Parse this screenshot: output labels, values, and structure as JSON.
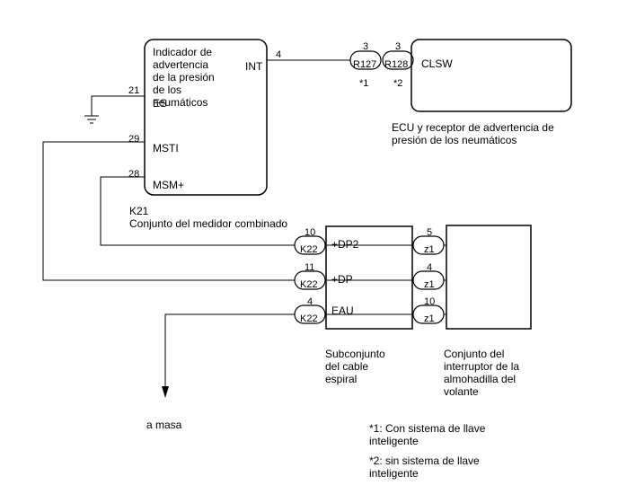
{
  "meter": {
    "indicator_lines": [
      "Indicador de",
      "advertencia",
      "de la presión",
      "de los",
      "neumáticos"
    ],
    "pins": {
      "int": "INT",
      "es": "ES",
      "msti": "MSTI",
      "msm": "MSM+"
    },
    "wire_numbers": {
      "int": "4",
      "es": "21",
      "msti": "29",
      "msm": "28"
    },
    "code": "K21",
    "name": "Conjunto del medidor combinado"
  },
  "ecu": {
    "pin": "CLSW",
    "caption_lines": [
      "ECU y receptor de advertencia de",
      "presión de los neumáticos"
    ]
  },
  "connectors_top": [
    {
      "num": "3",
      "code": "R127",
      "note": "*1"
    },
    {
      "num": "3",
      "code": "R128",
      "note": "*2"
    }
  ],
  "spiral": {
    "connectors_left": [
      {
        "num": "10",
        "code": "K22"
      },
      {
        "num": "11",
        "code": "K22"
      },
      {
        "num": "4",
        "code": "K22"
      }
    ],
    "signals": [
      "+DP2",
      "+DP",
      "EAU"
    ],
    "caption_lines": [
      "Subconjunto",
      "del cable",
      "espiral"
    ]
  },
  "switch": {
    "connectors": [
      {
        "num": "5",
        "code": "z1"
      },
      {
        "num": "4",
        "code": "z1"
      },
      {
        "num": "10",
        "code": "z1"
      }
    ],
    "caption_lines": [
      "Conjunto del",
      "interruptor de la",
      "almohadilla del",
      "volante"
    ]
  },
  "ground_label": "a masa",
  "notes": [
    {
      "lines": [
        "*1: Con sistema de llave",
        "inteligente"
      ]
    },
    {
      "lines": [
        "*2: sin sistema de llave",
        "inteligente"
      ]
    }
  ]
}
